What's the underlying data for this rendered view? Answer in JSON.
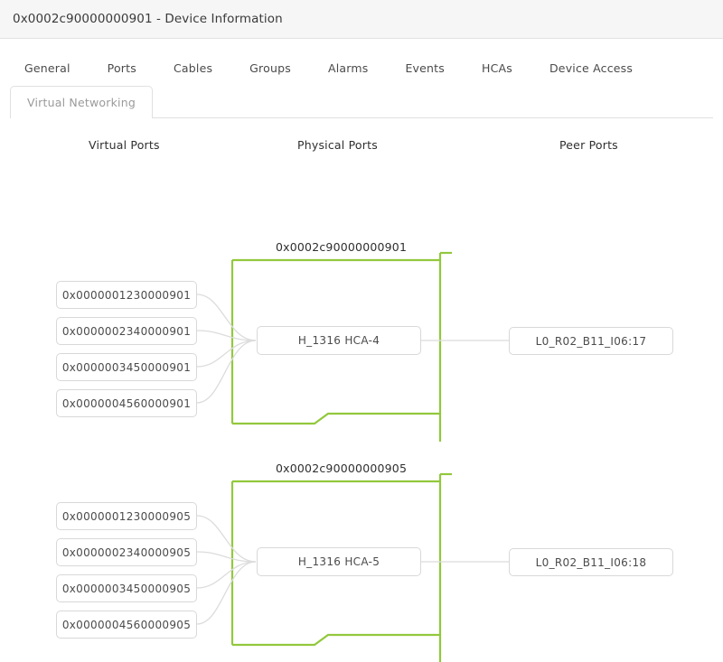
{
  "window": {
    "title": "0x0002c90000000901 - Device Information"
  },
  "tabs": [
    {
      "label": "General",
      "active": false
    },
    {
      "label": "Ports",
      "active": false
    },
    {
      "label": "Cables",
      "active": false
    },
    {
      "label": "Groups",
      "active": false
    },
    {
      "label": "Alarms",
      "active": false
    },
    {
      "label": "Events",
      "active": false
    },
    {
      "label": "HCAs",
      "active": false
    },
    {
      "label": "Device Access",
      "active": false
    }
  ],
  "active_tab": {
    "label": "Virtual Networking"
  },
  "columns": {
    "virtual": "Virtual Ports",
    "physical": "Physical Ports",
    "peer": "Peer Ports"
  },
  "colors": {
    "group_border": "#92c83d",
    "node_border": "#d8d8d8",
    "link": "#d8d8d8",
    "header_bg": "#f6f6f6",
    "text": "#4b4b4b"
  },
  "groups": [
    {
      "title": "0x0002c90000000901",
      "hca": "H_1316 HCA-4",
      "peer": "L0_R02_B11_I06:17",
      "virtual_ports": [
        "0x0000001230000901",
        "0x0000002340000901",
        "0x0000003450000901",
        "0x0000004560000901"
      ]
    },
    {
      "title": "0x0002c90000000905",
      "hca": "H_1316 HCA-5",
      "peer": "L0_R02_B11_I06:18",
      "virtual_ports": [
        "0x0000001230000905",
        "0x0000002340000905",
        "0x0000003450000905",
        "0x0000004560000905"
      ]
    }
  ]
}
